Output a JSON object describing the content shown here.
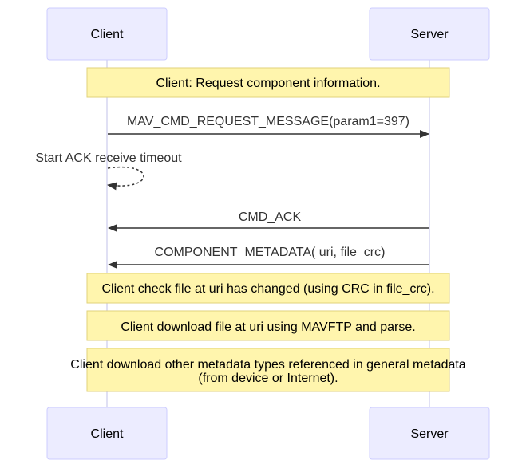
{
  "actors": {
    "client": "Client",
    "server": "Server"
  },
  "notes": {
    "request_info": "Client: Request component information.",
    "check_file": "Client check file at uri has changed (using CRC in file_crc).",
    "download_file": "Client download file at uri using MAVFTP and parse.",
    "download_other_line1": "Client download other metadata types referenced in general metadata",
    "download_other_line2": "(from device or Internet)."
  },
  "messages": {
    "request_message": "MAV_CMD_REQUEST_MESSAGE(param1=397)",
    "ack_timeout": "Start ACK receive timeout",
    "cmd_ack": "CMD_ACK",
    "component_metadata": "COMPONENT_METADATA( uri, file_crc)"
  },
  "colors": {
    "actor_fill": "#ececff",
    "actor_stroke": "#ccccff",
    "note_fill": "#fff5ad",
    "note_stroke": "#e0d27a",
    "line": "#333333"
  }
}
